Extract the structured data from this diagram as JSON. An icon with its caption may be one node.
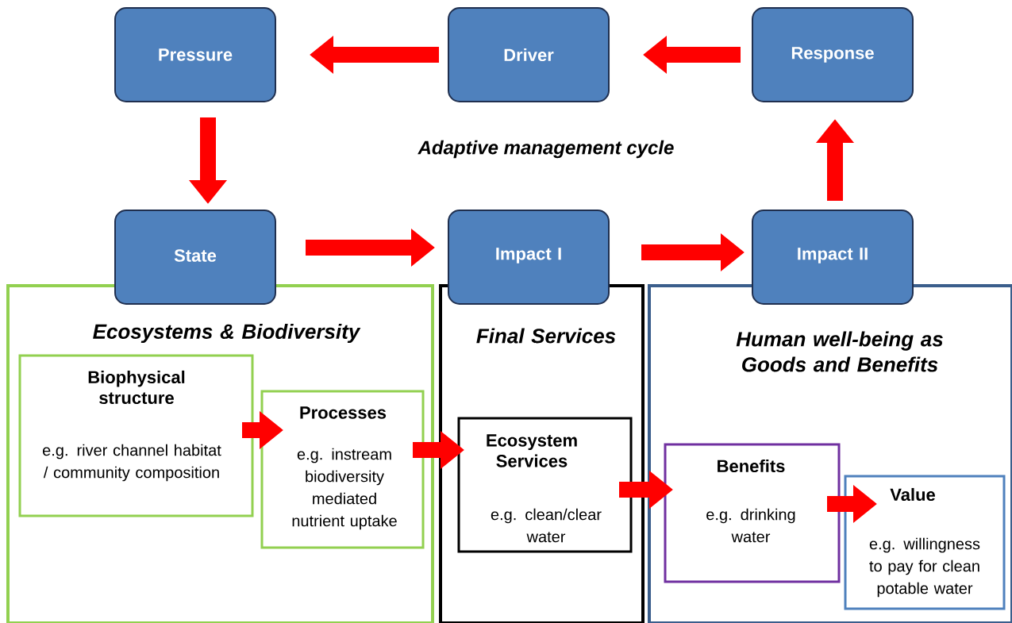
{
  "diagram": {
    "nodes": [
      {
        "text": [
          "Pressure"
        ]
      },
      {
        "text": [
          "Driver"
        ]
      },
      {
        "text": [
          "Response"
        ]
      },
      {
        "text": [
          "State"
        ]
      },
      {
        "text": [
          "Impact I"
        ]
      },
      {
        "text": [
          "Impact II"
        ]
      },
      {
        "text": [
          "Ecosystems & Biodiversity"
        ]
      },
      {
        "text": [
          "Biophysical structure",
          "e.g. river channel habitat / community composition"
        ],
        "in": 6
      },
      {
        "text": [
          "Processes",
          "e.g. instream biodiversity mediated nutrient uptake"
        ],
        "in": 6
      },
      {
        "text": [
          "Final Services"
        ]
      },
      {
        "text": [
          "Ecosystem Services",
          "e.g. clean/clear water"
        ],
        "in": 9
      },
      {
        "text": [
          "Human well-being as Goods and Benefits"
        ]
      },
      {
        "text": [
          "Benefits",
          "e.g. drinking water"
        ],
        "in": 11
      },
      {
        "text": [
          "Value",
          "e.g. willingness to pay for clean potable water"
        ],
        "in": 11
      }
    ],
    "edges": [
      {
        "from": 1,
        "to": 0,
        "arrow": "to"
      },
      {
        "from": 2,
        "to": 1,
        "arrow": "to"
      },
      {
        "from": 0,
        "to": 3,
        "arrow": "to"
      },
      {
        "from": 3,
        "to": 4,
        "arrow": "to"
      },
      {
        "from": 4,
        "to": 5,
        "arrow": "to"
      },
      {
        "from": 5,
        "to": 2,
        "arrow": "to"
      },
      {
        "from": 7,
        "to": 8,
        "arrow": "to"
      },
      {
        "from": 8,
        "to": 10,
        "arrow": "to"
      },
      {
        "from": 10,
        "to": 12,
        "arrow": "to"
      },
      {
        "from": 12,
        "to": 13,
        "arrow": "to"
      }
    ],
    "labels": [
      "Adaptive management cycle"
    ]
  }
}
